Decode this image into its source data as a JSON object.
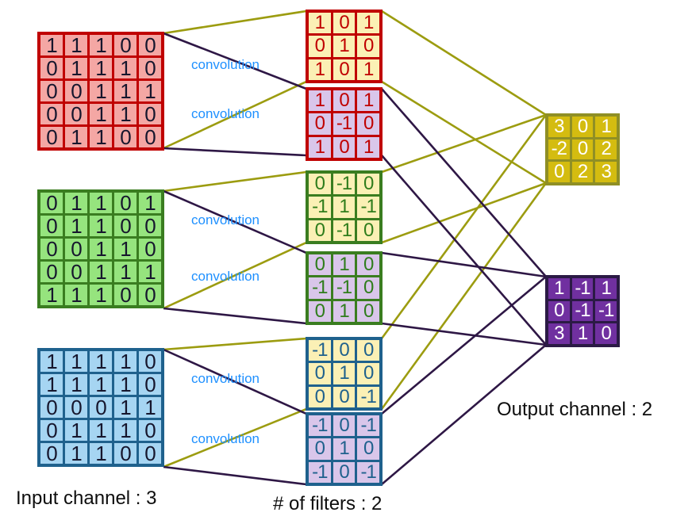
{
  "labels": {
    "convolution": "convolution",
    "input_channel": "Input channel : 3",
    "num_filters": "# of filters : 2",
    "output_channel": "Output channel : 2"
  },
  "colors": {
    "input_red_border": "#c00000",
    "input_red_fill": "#f4a7a4",
    "input_green_border": "#3a7d20",
    "input_green_fill": "#96e47e",
    "input_blue_border": "#1f618d",
    "input_blue_fill": "#a6d5f2",
    "filter_yellow_fill": "#fbf0b5",
    "filter_purple_fill": "#d9c6ea",
    "output_yellow_fill": "#d4bc10",
    "output_purple_fill": "#7030a0",
    "line_to_output1": "#9c9c10",
    "line_to_output2": "#2e1745",
    "convolution_text": "#1e90ff"
  },
  "inputs": [
    {
      "name": "red-input-channel",
      "rows": [
        [
          1,
          1,
          1,
          0,
          0
        ],
        [
          0,
          1,
          1,
          1,
          0
        ],
        [
          0,
          0,
          1,
          1,
          1
        ],
        [
          0,
          0,
          1,
          1,
          0
        ],
        [
          0,
          1,
          1,
          0,
          0
        ]
      ]
    },
    {
      "name": "green-input-channel",
      "rows": [
        [
          0,
          1,
          1,
          0,
          1
        ],
        [
          0,
          1,
          1,
          0,
          0
        ],
        [
          0,
          0,
          1,
          1,
          0
        ],
        [
          0,
          0,
          1,
          1,
          1
        ],
        [
          1,
          1,
          1,
          0,
          0
        ]
      ]
    },
    {
      "name": "blue-input-channel",
      "rows": [
        [
          1,
          1,
          1,
          1,
          0
        ],
        [
          1,
          1,
          1,
          1,
          0
        ],
        [
          0,
          0,
          0,
          1,
          1
        ],
        [
          0,
          1,
          1,
          1,
          0
        ],
        [
          0,
          1,
          1,
          0,
          0
        ]
      ]
    }
  ],
  "filters": [
    {
      "name": "red-filter-1",
      "rows": [
        [
          1,
          0,
          1
        ],
        [
          0,
          1,
          0
        ],
        [
          1,
          0,
          1
        ]
      ]
    },
    {
      "name": "red-filter-2",
      "rows": [
        [
          1,
          0,
          1
        ],
        [
          0,
          -1,
          0
        ],
        [
          1,
          0,
          1
        ]
      ]
    },
    {
      "name": "green-filter-1",
      "rows": [
        [
          0,
          -1,
          0
        ],
        [
          -1,
          1,
          -1
        ],
        [
          0,
          -1,
          0
        ]
      ]
    },
    {
      "name": "green-filter-2",
      "rows": [
        [
          0,
          1,
          0
        ],
        [
          -1,
          -1,
          0
        ],
        [
          0,
          1,
          0
        ]
      ]
    },
    {
      "name": "blue-filter-1",
      "rows": [
        [
          -1,
          0,
          0
        ],
        [
          0,
          1,
          0
        ],
        [
          0,
          0,
          -1
        ]
      ]
    },
    {
      "name": "blue-filter-2",
      "rows": [
        [
          -1,
          0,
          -1
        ],
        [
          0,
          1,
          0
        ],
        [
          -1,
          0,
          -1
        ]
      ]
    }
  ],
  "outputs": [
    {
      "name": "output-channel-1",
      "rows": [
        [
          3,
          0,
          1
        ],
        [
          -2,
          0,
          2
        ],
        [
          0,
          2,
          3
        ]
      ]
    },
    {
      "name": "output-channel-2",
      "rows": [
        [
          1,
          -1,
          1
        ],
        [
          0,
          -1,
          -1
        ],
        [
          3,
          1,
          0
        ]
      ]
    }
  ]
}
